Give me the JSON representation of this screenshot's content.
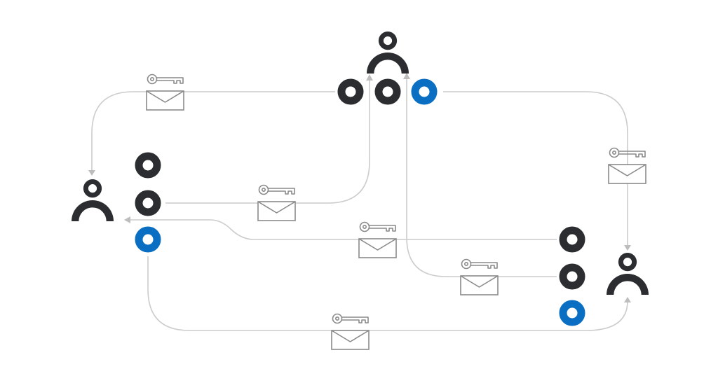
{
  "diagram": {
    "description_visible_text": [],
    "colors": {
      "node_dark": "#2b2d30",
      "node_accent": "#0a6fc2",
      "connector": "#cccccc",
      "message_icon": "#8a8a8a",
      "background": "#ffffff"
    },
    "participants": [
      {
        "id": "participant-top",
        "icon": "person-icon"
      },
      {
        "id": "participant-left",
        "icon": "person-icon"
      },
      {
        "id": "participant-right",
        "icon": "person-icon"
      }
    ],
    "keys_per_participant": 3,
    "highlighted_keys_per_participant": 1,
    "messages": [
      {
        "from": "participant-top",
        "to": "participant-left",
        "icon": "key-envelope-icon"
      },
      {
        "from": "participant-left",
        "to": "participant-top",
        "icon": "key-envelope-icon"
      },
      {
        "from": "participant-top",
        "to": "participant-right",
        "icon": "key-envelope-icon"
      },
      {
        "from": "participant-right",
        "to": "participant-left",
        "icon": "key-envelope-icon"
      },
      {
        "from": "participant-right",
        "to": "participant-top",
        "icon": "key-envelope-icon"
      },
      {
        "from": "participant-left",
        "to": "participant-right",
        "icon": "key-envelope-icon"
      }
    ]
  }
}
